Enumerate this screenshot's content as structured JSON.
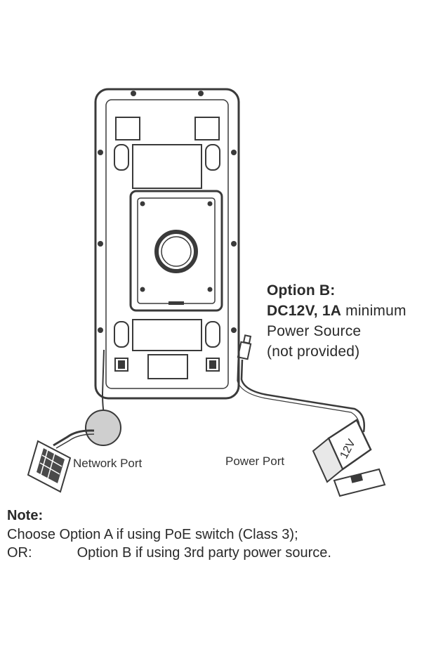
{
  "option_b": {
    "title": "Option B:",
    "spec_bold": "DC12V, 1A",
    "spec_rest": " minimum",
    "source": "Power Source",
    "note": "(not provided)"
  },
  "ports": {
    "network": "Network Port",
    "power": "Power Port"
  },
  "adapter": {
    "label": "12V"
  },
  "note": {
    "title": "Note:",
    "line1": "Choose Option A if using PoE switch (Class 3);",
    "line2_prefix": "OR:",
    "line2_text": "Option B if using 3rd party power source."
  },
  "colors": {
    "line": "#3a3a3a",
    "network_circle": "#cfcfcf",
    "text": "#2a2a2a"
  }
}
